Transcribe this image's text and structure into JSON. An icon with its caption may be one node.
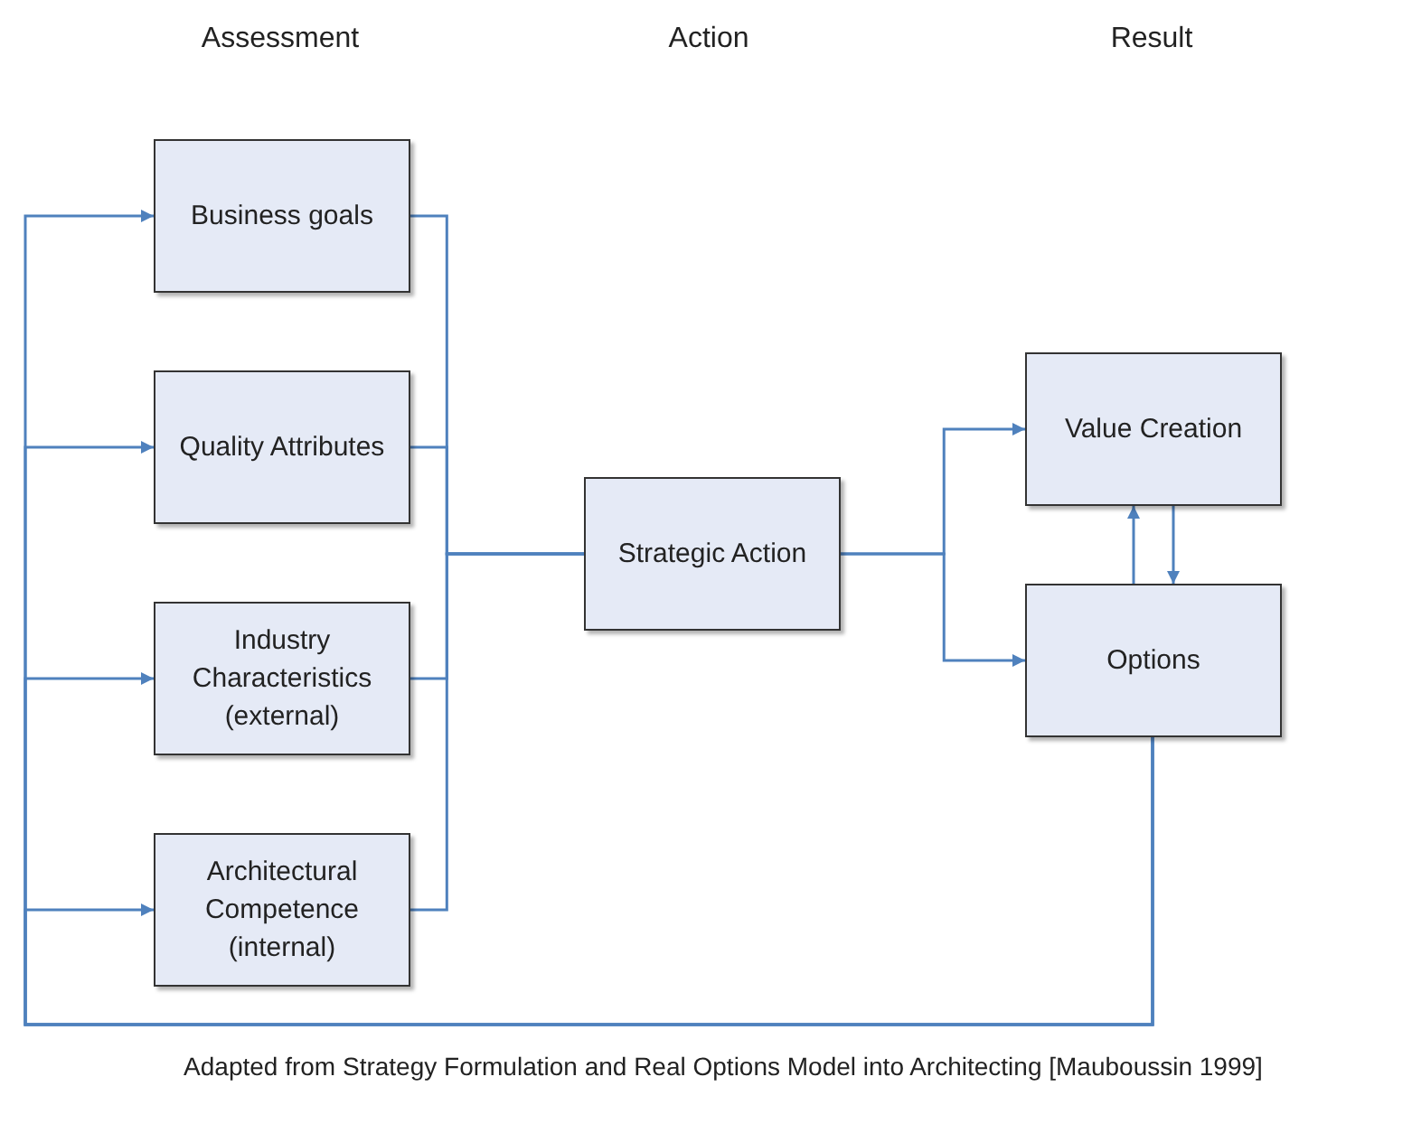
{
  "diagram": {
    "caption": "Adapted from Strategy Formulation and Real Options Model into Architecting [Mauboussin 1999]",
    "nodes": [
      {
        "text": [
          "Business goals"
        ]
      },
      {
        "text": [
          "Quality Attributes"
        ]
      },
      {
        "text": [
          "Industry Characteristics (external)"
        ]
      },
      {
        "text": [
          "Architectural Competence (internal)"
        ]
      },
      {
        "text": [
          "Strategic Action"
        ]
      },
      {
        "text": [
          "Value Creation"
        ]
      },
      {
        "text": [
          "Options"
        ]
      }
    ],
    "edges": [
      {
        "from": 0,
        "to": 4,
        "arrow": "none"
      },
      {
        "from": 1,
        "to": 4,
        "arrow": "none"
      },
      {
        "from": 2,
        "to": 4,
        "arrow": "none"
      },
      {
        "from": 3,
        "to": 4,
        "arrow": "none"
      },
      {
        "from": 4,
        "to": 5,
        "arrow": "to"
      },
      {
        "from": 4,
        "to": 6,
        "arrow": "to"
      },
      {
        "from": 6,
        "to": 5,
        "arrow": "to"
      },
      {
        "from": 5,
        "to": 6,
        "arrow": "to"
      },
      {
        "from": 6,
        "to": 0,
        "arrow": "to"
      },
      {
        "from": 6,
        "to": 1,
        "arrow": "to"
      },
      {
        "from": 6,
        "to": 2,
        "arrow": "to"
      },
      {
        "from": 6,
        "to": 3,
        "arrow": "to"
      }
    ],
    "labels": [
      "Assessment",
      "Action",
      "Result"
    ]
  }
}
